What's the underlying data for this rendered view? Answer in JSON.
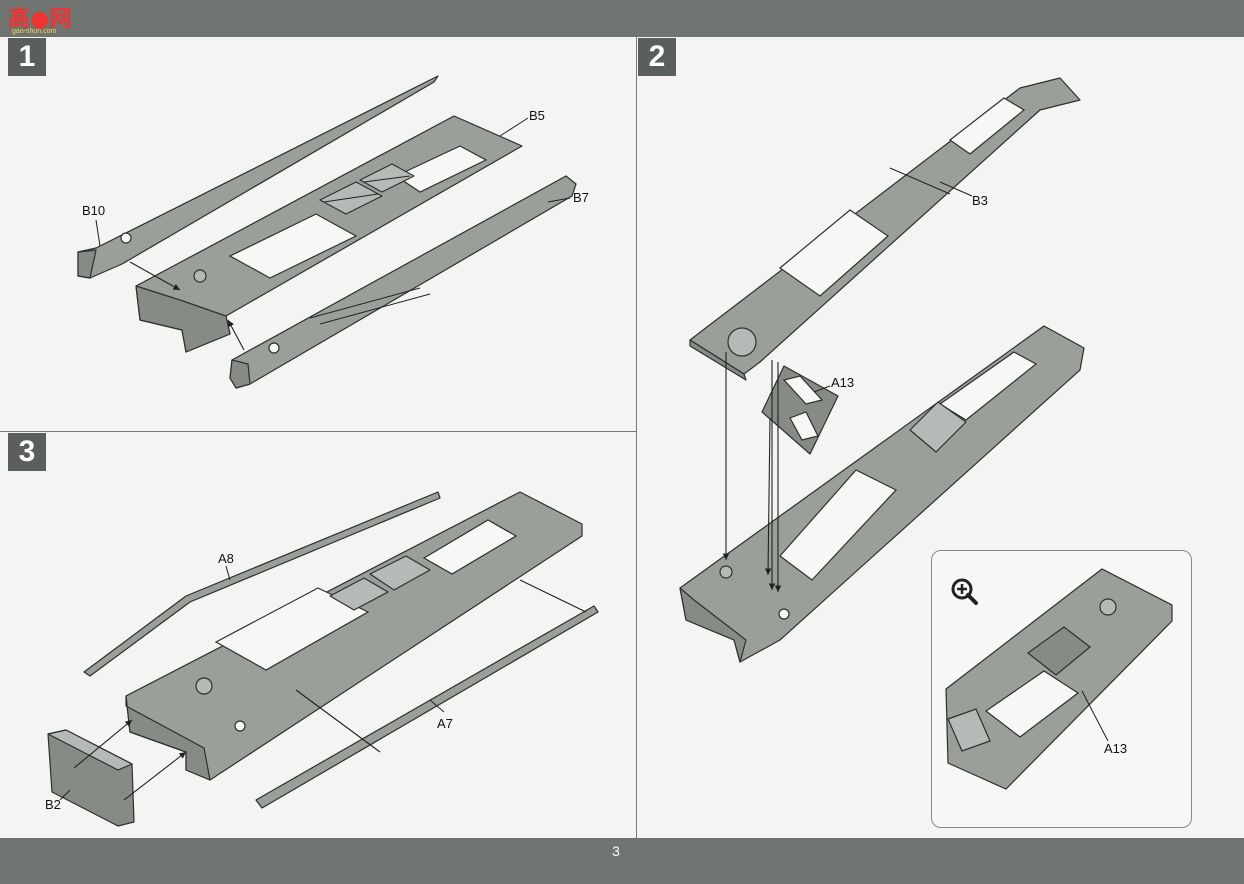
{
  "header": {
    "logo_mark": "高●网",
    "logo_sub": "gao-shun.com"
  },
  "steps": [
    {
      "number": "1"
    },
    {
      "number": "2"
    },
    {
      "number": "3"
    }
  ],
  "parts": {
    "step1": [
      "B5",
      "B10",
      "B7"
    ],
    "step2": [
      "B3",
      "A13"
    ],
    "step3": [
      "A8",
      "A7",
      "B2"
    ],
    "detail": [
      "A13"
    ]
  },
  "icons": {
    "zoom": "magnifier-plus-icon"
  },
  "footer": {
    "page_number": "3"
  },
  "colors": {
    "band": "#6f7470",
    "part_fill": "#9a9f9a",
    "step_box": "#5b5f5b"
  }
}
